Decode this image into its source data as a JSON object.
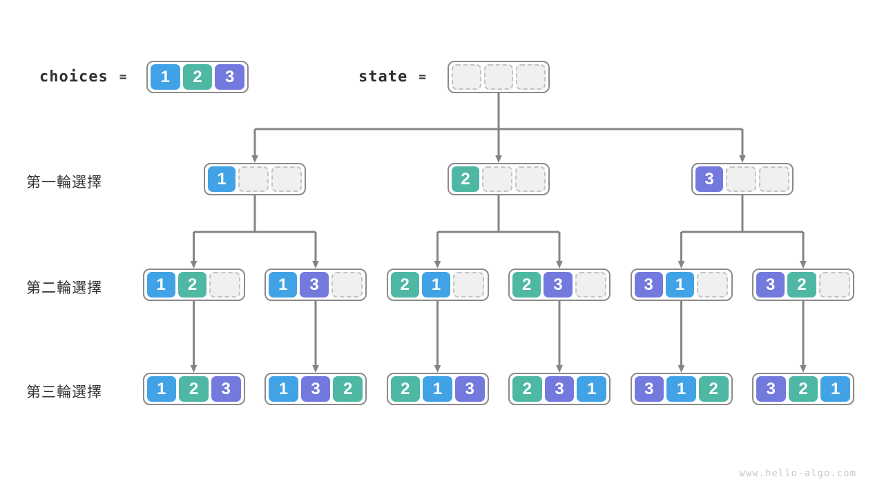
{
  "header": {
    "choices_label": "choices",
    "state_label": "state",
    "equals": "=",
    "choices_values": [
      "1",
      "2",
      "3"
    ],
    "state_values": [
      null,
      null,
      null
    ]
  },
  "rows": [
    {
      "label": "第一輪選擇",
      "nodes": [
        [
          "1",
          null,
          null
        ],
        [
          "2",
          null,
          null
        ],
        [
          "3",
          null,
          null
        ]
      ]
    },
    {
      "label": "第二輪選擇",
      "nodes": [
        [
          "1",
          "2",
          null
        ],
        [
          "1",
          "3",
          null
        ],
        [
          "2",
          "1",
          null
        ],
        [
          "2",
          "3",
          null
        ],
        [
          "3",
          "1",
          null
        ],
        [
          "3",
          "2",
          null
        ]
      ]
    },
    {
      "label": "第三輪選擇",
      "nodes": [
        [
          "1",
          "2",
          "3"
        ],
        [
          "1",
          "3",
          "2"
        ],
        [
          "2",
          "1",
          "3"
        ],
        [
          "2",
          "3",
          "1"
        ],
        [
          "3",
          "1",
          "2"
        ],
        [
          "3",
          "2",
          "1"
        ]
      ]
    }
  ],
  "colors": {
    "1": "#41A3E6",
    "2": "#4EB8A5",
    "3": "#7479DE",
    "connector": "#848484"
  },
  "watermark": "www.hello-algo.com"
}
